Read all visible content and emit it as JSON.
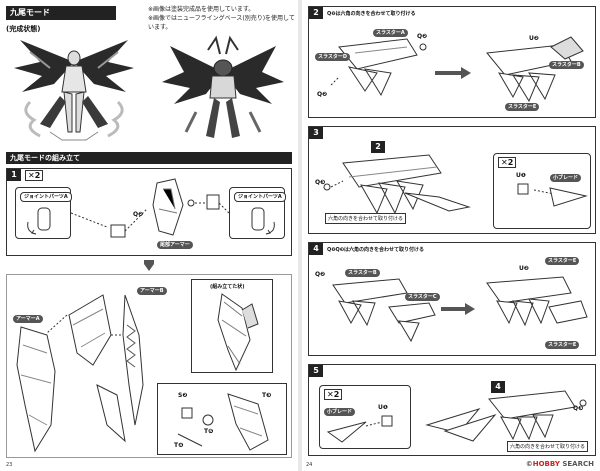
{
  "left_page": {
    "title": "九尾モード",
    "notes": [
      "※画像は塗装完成品を使用しています。",
      "※画像ではニューフライングベース(別売り)を使用しています。"
    ],
    "completed_label": "(完成状態)",
    "assembly_title": "九尾モードの組み立て",
    "step1": {
      "number": "1",
      "multiplier": "✕2",
      "labels": {
        "joint_left": "ジョイントパーツA",
        "joint_right": "ジョイントパーツA",
        "tail_armor": "尾部アーマー",
        "q2": "Q❷"
      }
    },
    "lower": {
      "armor_a": "アーマーA",
      "armor_b": "アーマーB",
      "assembled": "(組み立てた状)",
      "s2": "S❷",
      "t3": "T❸",
      "t4": "T❹",
      "t6": "T❻"
    },
    "page_number": "23"
  },
  "right_page": {
    "step2": {
      "number": "2",
      "instruction": "Q❷は六角の向きを合わせて取り付ける",
      "labels": {
        "thruster_a": "スラスターA",
        "thruster_d": "スラスターD",
        "thruster_b": "スラスターB",
        "thruster_e": "スラスターE",
        "q2": "Q❷",
        "u2": "U❷"
      }
    },
    "step3": {
      "number": "3",
      "ref": "2",
      "multiplier": "✕2",
      "labels": {
        "q3": "Q❸",
        "u1": "U❶",
        "blade_small": "小ブレード",
        "hex_note": "六角の向きを合わせて取り付ける"
      }
    },
    "step4": {
      "number": "4",
      "instruction": "Q❷Q❸は六角の向きを合わせて取り付ける",
      "labels": {
        "thruster_b": "スラスターB",
        "thruster_c": "スラスターC",
        "thruster_e1": "スラスターE",
        "thruster_e2": "スラスターE",
        "q2": "Q❷",
        "u2": "U❷"
      }
    },
    "step5": {
      "number": "5",
      "ref": "4",
      "multiplier": "✕2",
      "labels": {
        "blade_small": "小ブレード",
        "u1": "U❶",
        "q3": "Q❸",
        "hex_note": "六角の向きを合わせて取り付ける"
      }
    },
    "page_number": "24"
  },
  "watermark": {
    "prefix": "©",
    "brand": "HOBBY",
    "suffix": " SEARCH"
  }
}
